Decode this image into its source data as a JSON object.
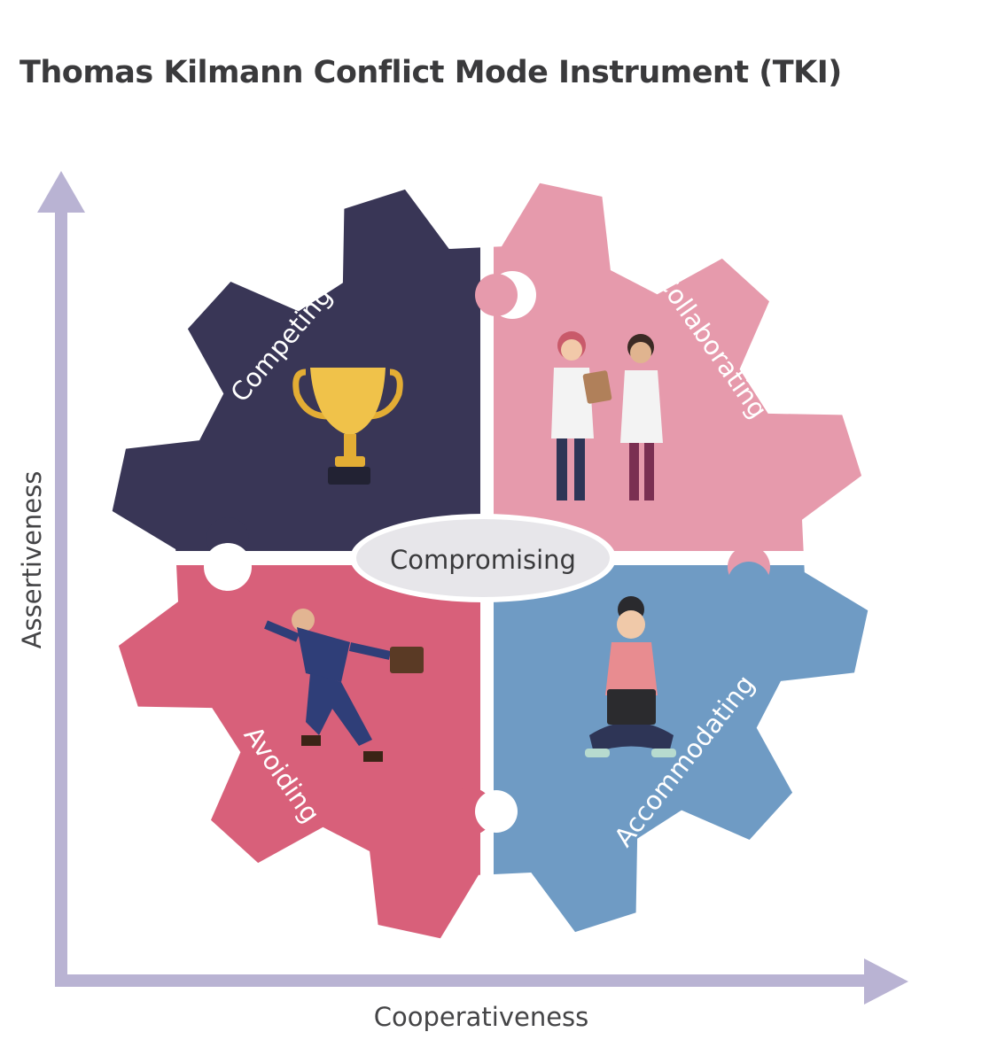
{
  "title": "Thomas Kilmann Conflict Mode Instrument (TKI)",
  "axes": {
    "y_label": "Assertiveness",
    "x_label": "Cooperativeness"
  },
  "quadrants": {
    "top_left": {
      "label": "Competing",
      "color": "#393656",
      "icon": "trophy-icon"
    },
    "top_right": {
      "label": "Collaborating",
      "color": "#e69aac",
      "icon": "two-doctors-illustration"
    },
    "bottom_left": {
      "label": "Avoiding",
      "color": "#d8607a",
      "icon": "running-businessman-illustration"
    },
    "bottom_right": {
      "label": "Accommodating",
      "color": "#6f9bc4",
      "icon": "woman-with-laptop-illustration"
    }
  },
  "center": {
    "label": "Compromising"
  },
  "colors": {
    "axis": "#b9b3d3",
    "background": "#ffffff"
  }
}
